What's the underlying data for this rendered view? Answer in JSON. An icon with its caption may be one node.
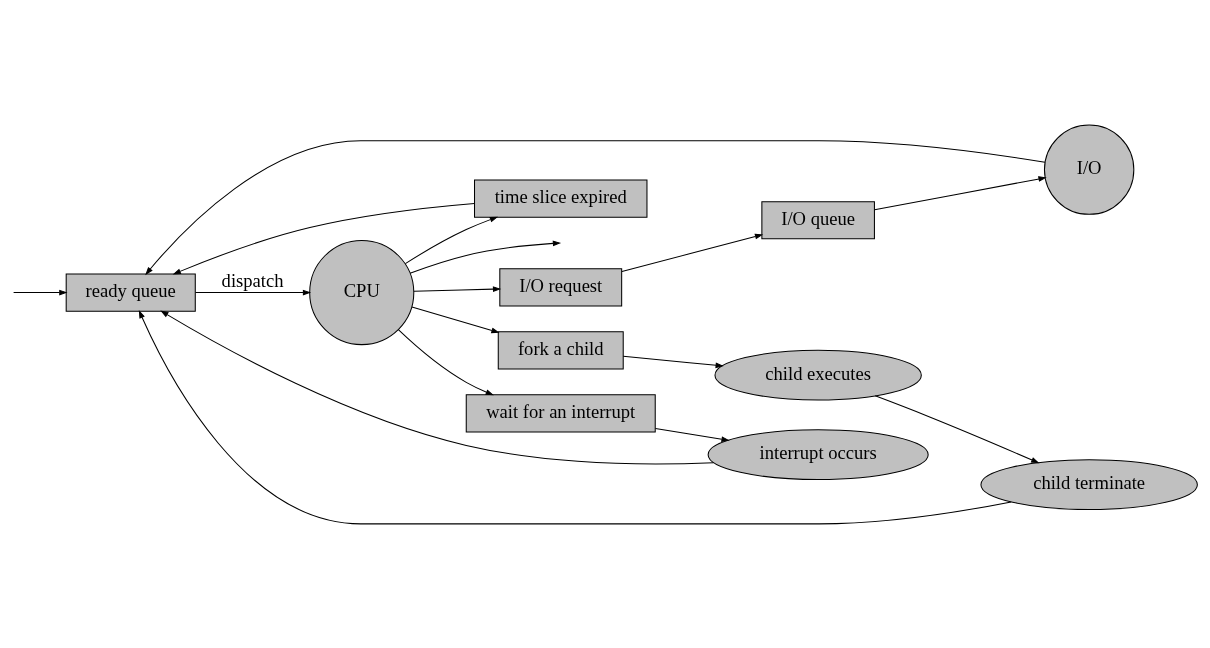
{
  "diagram": {
    "nodes": [
      {
        "text": [
          "ready queue"
        ]
      },
      {
        "text": [
          "CPU"
        ]
      },
      {
        "text": [
          "I/O"
        ]
      },
      {
        "text": [
          "I/O queue"
        ]
      },
      {
        "text": [
          "I/O request"
        ]
      },
      {
        "text": [
          "time slice expired"
        ]
      },
      {
        "text": [
          "child terminate"
        ]
      },
      {
        "text": [
          "child executes"
        ]
      },
      {
        "text": [
          "fork a child"
        ]
      },
      {
        "text": [
          "interrupt occurs"
        ]
      },
      {
        "text": [
          "wait for an interrupt"
        ]
      }
    ],
    "edges": [
      {
        "from": null,
        "to": 0,
        "arrow": "to"
      },
      {
        "from": 0,
        "to": 1,
        "arrow": "to",
        "label": "dispatch"
      },
      {
        "from": 1,
        "to": null,
        "arrow": "to"
      },
      {
        "from": 1,
        "to": 4,
        "arrow": "to"
      },
      {
        "from": 1,
        "to": 5,
        "arrow": "to"
      },
      {
        "from": 1,
        "to": 8,
        "arrow": "to"
      },
      {
        "from": 1,
        "to": 10,
        "arrow": "to"
      },
      {
        "from": 4,
        "to": 3,
        "arrow": "to"
      },
      {
        "from": 3,
        "to": 2,
        "arrow": "to"
      },
      {
        "from": 2,
        "to": 0,
        "arrow": "to"
      },
      {
        "from": 5,
        "to": 0,
        "arrow": "to"
      },
      {
        "from": 8,
        "to": 7,
        "arrow": "to"
      },
      {
        "from": 7,
        "to": 6,
        "arrow": "to"
      },
      {
        "from": 6,
        "to": 0,
        "arrow": "to"
      },
      {
        "from": 10,
        "to": 9,
        "arrow": "to"
      },
      {
        "from": 9,
        "to": 0,
        "arrow": "to"
      }
    ]
  }
}
